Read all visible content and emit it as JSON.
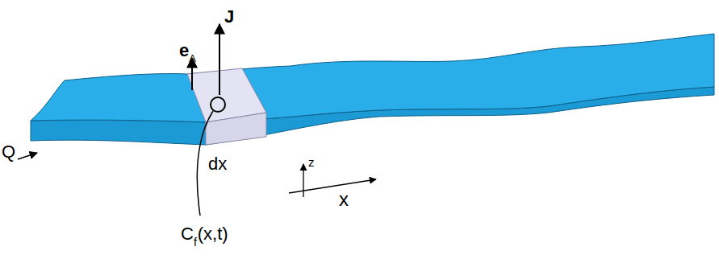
{
  "diagram": {
    "labels": [
      "Q",
      "e",
      "A",
      "J",
      "dx",
      "z",
      "x",
      "C",
      "f",
      "(x,t)"
    ]
  }
}
